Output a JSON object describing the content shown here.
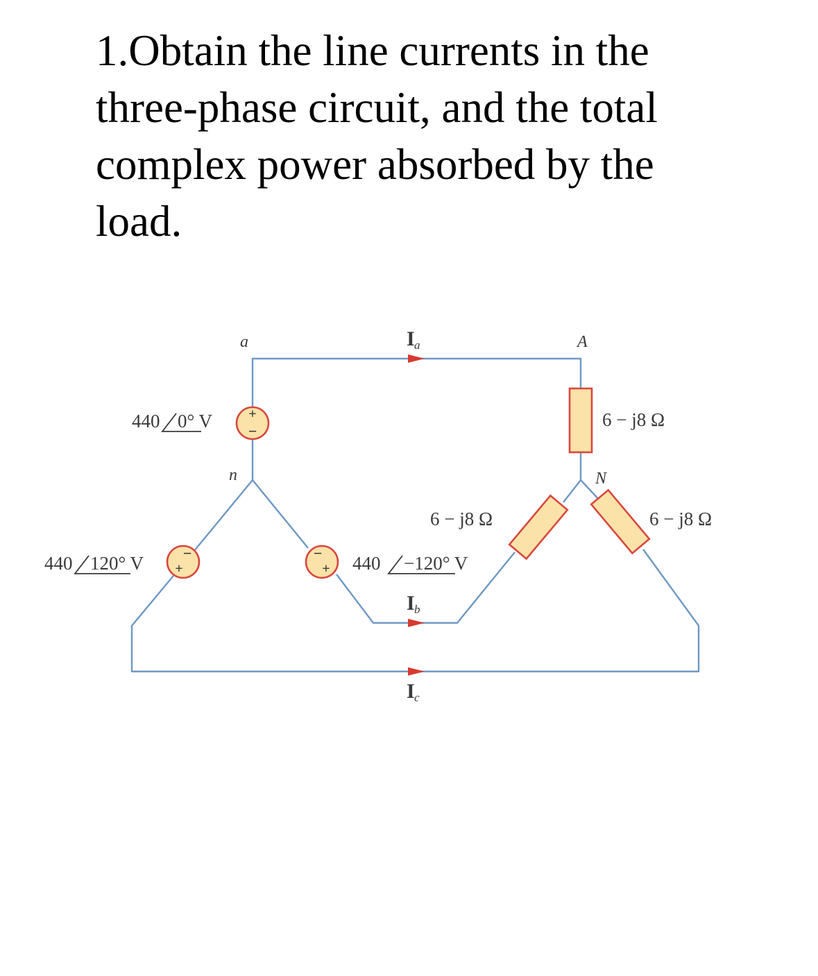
{
  "question": {
    "text": "1.Obtain the line currents in the three-phase circuit, and the total complex power absorbed by the load."
  },
  "circuit": {
    "nodes": {
      "a": "a",
      "n": "n",
      "A": "A",
      "N": "N"
    },
    "sources": {
      "a": {
        "magnitude": "440",
        "angle": "0° V"
      },
      "b": {
        "magnitude": "440",
        "angle": "−120° V"
      },
      "c": {
        "magnitude": "440",
        "angle": "120° V"
      }
    },
    "loads": {
      "a": "6 − j8 Ω",
      "b": "6 − j8 Ω",
      "c": "6 − j8 Ω"
    },
    "currents": {
      "a": {
        "symbol": "I",
        "subscript": "a"
      },
      "b": {
        "symbol": "I",
        "subscript": "b"
      },
      "c": {
        "symbol": "I",
        "subscript": "c"
      }
    },
    "colors": {
      "wire": "#6f98c4",
      "component_fill": "#fbe2a8",
      "component_stroke": "#d9473d",
      "arrow": "#d73a30"
    }
  }
}
